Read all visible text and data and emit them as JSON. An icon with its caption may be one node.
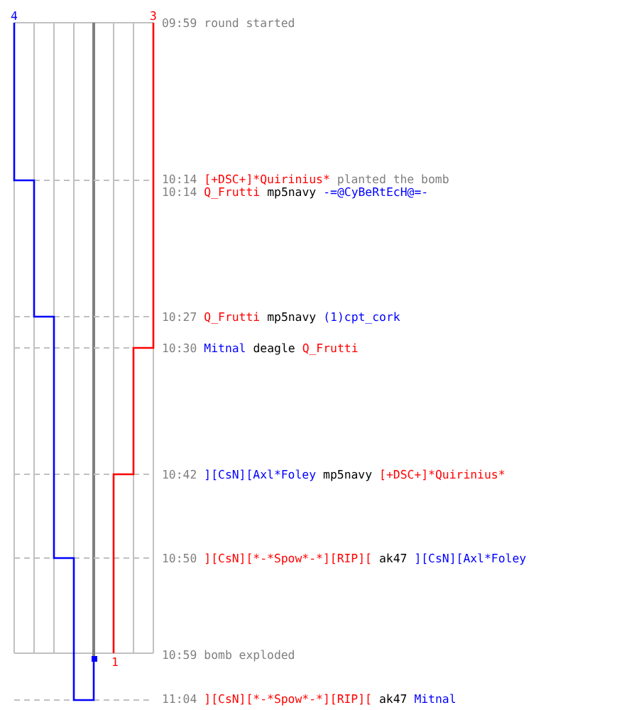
{
  "diagram": {
    "labels": [
      "4",
      "3",
      "09:59",
      "round started",
      "10:14",
      "[+DSC+]*Quirinius*",
      "planted the bomb",
      "10:14",
      "Q_Frutti",
      "mp5navy",
      "-=@CyBeRtEcH@=-",
      "10:27",
      "Q_Frutti",
      "mp5navy",
      "(1)cpt_cork",
      "10:30",
      "Mitnal",
      "deagle",
      "Q_Frutti",
      "10:42",
      "][CsN][Axl*Foley",
      "mp5navy",
      "[+DSC+]*Quirinius*",
      "10:50",
      "][CsN][*-*Spow*-*][RIP][",
      "ak47",
      "][CsN][Axl*Foley",
      "1",
      "10:59",
      "bomb exploded",
      "11:04",
      "][CsN][*-*Spow*-*][RIP][",
      "ak47",
      "Mitnal"
    ]
  }
}
